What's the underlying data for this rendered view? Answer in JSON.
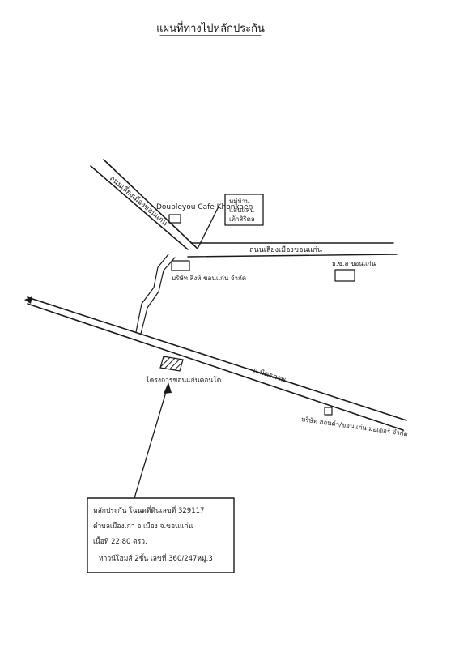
{
  "title": "แผนที่ทางไปหลักประกัน",
  "landmarks": {
    "cafe": "Doubleyou Cafe Khonkaen",
    "village": [
      "หมู่บ้าน",
      "แสนแสน",
      "เต้าสิริดล"
    ],
    "shop_north": "บริษัท สิงห์ ขอนแก่น จำกัด",
    "bank": "ธ.ข.ส ขอนแก่น",
    "project": "โครงการขอนแก่นคอนโด",
    "company_south": "บริษัท ฮอนด้า/ขอนแก่น มอเตอร์ จำกัด"
  },
  "roads": {
    "diagonal_north": "ถนนเลี่ยงเมืองขอนแก่น",
    "east_road": "ถนนเลี่ยงเมืองขอนแก่น",
    "main_road": "ถ.มิตรภาพ"
  },
  "info_box": {
    "lines": [
      "หลักประกัน โฉนดที่ดินเลขที่ 329117",
      "ตำบลเมืองเก่า อ.เมือง จ.ขอนแก่น",
      "เนื้อที่ 22.80 ตรว.",
      "ทาวน์โฮมส์ 2ชั้น เลขที่ 360/247หมู่.3"
    ]
  }
}
